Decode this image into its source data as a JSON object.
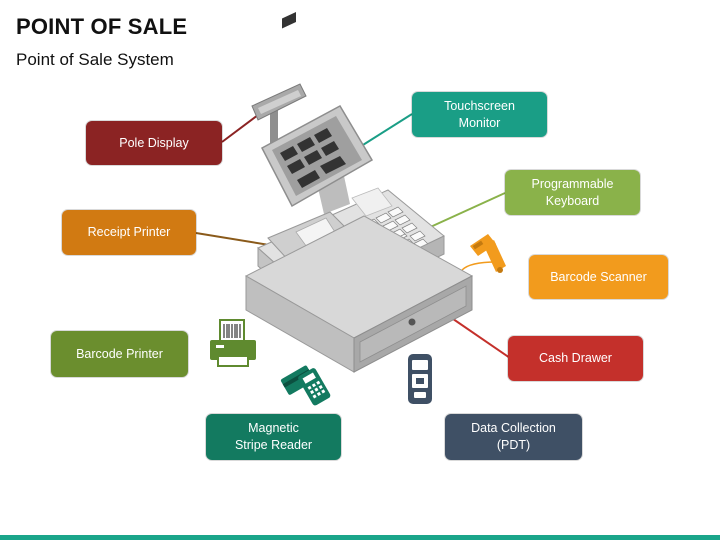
{
  "header": {
    "title": "POINT OF SALE",
    "subtitle": "Point of Sale System"
  },
  "labels": {
    "pole_display": {
      "text": "Pole Display",
      "color": "#8b2323"
    },
    "touchscreen_monitor": {
      "text": "Touchscreen\nMonitor",
      "color": "#1a9e86"
    },
    "programmable_keyboard": {
      "text": "Programmable\nKeyboard",
      "color": "#8ab24a"
    },
    "receipt_printer": {
      "text": "Receipt Printer",
      "color": "#d17a12"
    },
    "barcode_scanner": {
      "text": "Barcode Scanner",
      "color": "#f29b1d"
    },
    "barcode_printer": {
      "text": "Barcode Printer",
      "color": "#6b8e2e"
    },
    "cash_drawer": {
      "text": "Cash Drawer",
      "color": "#c4302b"
    },
    "magnetic_stripe_reader": {
      "text": "Magnetic\nStripe Reader",
      "color": "#137a60"
    },
    "data_collection": {
      "text": "Data Collection\n(PDT)",
      "color": "#3f5065"
    }
  },
  "icons": {
    "barcode_printer": "barcode-printer-icon",
    "card_reader": "card-reader-icon",
    "pdt": "pdt-device-icon",
    "scanner": "barcode-scanner-icon",
    "register": "cash-register-illustration"
  }
}
